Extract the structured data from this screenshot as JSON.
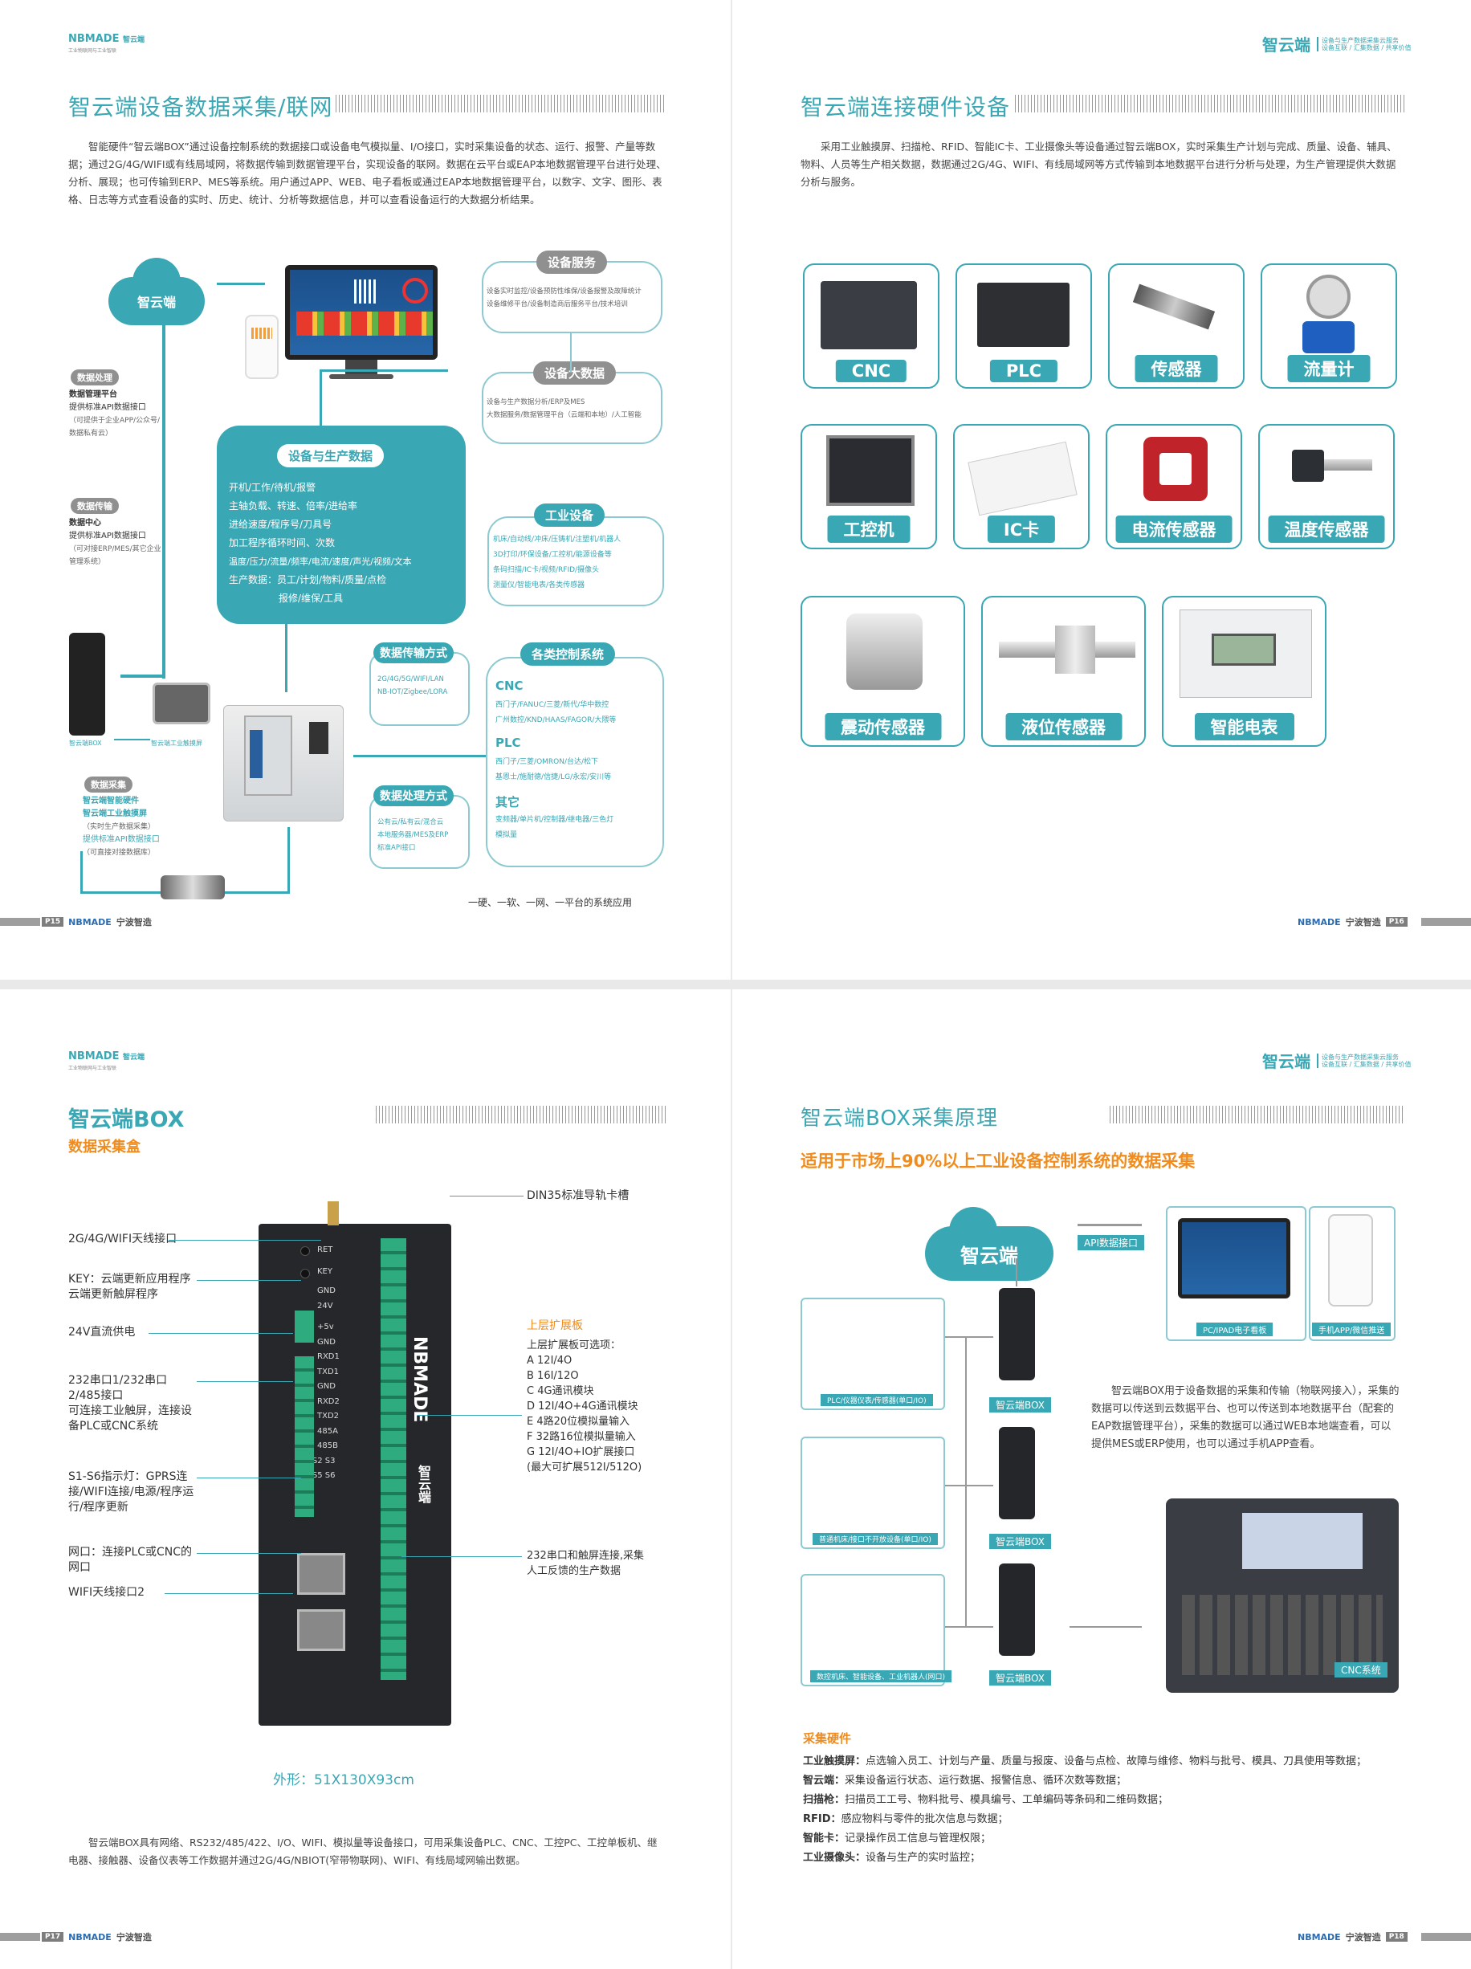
{
  "p15": {
    "brand": "NBMADE",
    "brand_sub_a": "智云端",
    "brand_sub_b": "工业物联网与工业智联",
    "title": "智云端设备数据采集/联网",
    "intro": "智能硬件“智云端BOX”通过设备控制系统的数据接口或设备电气模拟量、I/O接口，实时采集设备的状态、运行、报警、产量等数据；通过2G/4G/WIFI或有线局域网，将数据传输到数据管理平台，实现设备的联网。数据在云平台或EAP本地数据管理平台进行处理、分析、展现；也可传输到ERP、MES等系统。用户通过APP、WEB、电子看板或通过EAP本地数据管理平台，以数字、文字、图形、表格、日志等方式查看设备的实时、历史、统计、分析等数据信息，并可以查看设备运行的大数据分析结果。",
    "cloud": "智云端",
    "dp_title": "数据处理",
    "dp_line1": "数据管理平台",
    "dp_line2": "提供标准API数据接口",
    "dp_line3": "（可提供于企业APP/公众号/数据私有云）",
    "dt_title": "数据传输",
    "dt_line1": "数据中心",
    "dt_line2": "提供标准API数据接口",
    "dt_line3": "（可对接ERP/MES/其它企业管理系统）",
    "dc_title": "数据采集",
    "dc_line1": "智云端智能硬件",
    "dc_line2": "智云端工业触摸屏",
    "dc_line3": "（实时生产数据采集）",
    "dc_line4": "提供标准API数据接口",
    "dc_line5": "（可直接对接数据库）",
    "box_label": "智云端BOX",
    "screen_label": "智云端工业触摸屏",
    "svc_title": "设备服务",
    "svc_text": "设备实时监控/设备预防性维保/设备报警及故障统计\n设备维修平台/设备制造商后服务平台/技术培训",
    "big_title": "设备大数据",
    "big_text": "设备与生产数据分析/ERP及MES\n大数据服务/数据管理平台（云端和本地）/人工智能",
    "prod_title": "设备与生产数据",
    "prod_lines": [
      "开机/工作/待机/报警",
      "主轴负载、转速、倍率/进给率",
      "进给速度/程序号/刀具号",
      "加工程序循环时间、次数",
      "温度/压力/流量/频率/电流/速度/声光/视频/文本",
      "生产数据：员工/计划/物料/质量/点检",
      "报修/维保/工具"
    ],
    "ind_title": "工业设备",
    "ind_text": "机床/自动线/冲床/压铸机/注塑机/机器人\n3D打印/环保设备/工控机/能源设备等\n条码扫描/IC卡/视频/RFID/摄像头\n测量仪/智能电表/各类传感器",
    "trans_title": "数据传输方式",
    "trans_text": "2G/4G/5G/WIFI/LAN\nNB-IOT/Zigbee/LORA",
    "proc_title": "数据处理方式",
    "proc_text": "公有云/私有云/混合云\n本地服务器/MES及ERP\n标准API接口",
    "ctrl_title": "各类控制系统",
    "cnc_h": "CNC",
    "cnc_t": "西门子/FANUC/三菱/新代/华中数控\n广州数控/KND/HAAS/FAGOR/大隈等",
    "plc_h": "PLC",
    "plc_t": "西门子/三菱/OMRON/台达/松下\n基恩士/施耐德/信捷/LG/永宏/安川等",
    "oth_h": "其它",
    "oth_t": "变频器/单片机/控制器/继电器/三色灯\n模拟量",
    "bottom": "一硬、一软、一网、一平台的系统应用",
    "footer_pn": "P15",
    "footer_brand": "NBMADE",
    "footer_cn": "宁波智造"
  },
  "p16": {
    "tag": "智云端",
    "tag_sub": "设备与生产数据采集云服务\n设备互联 / 汇集数据 / 共享价值",
    "title": "智云端连接硬件设备",
    "intro": "采用工业触摸屏、扫描枪、RFID、智能IC卡、工业摄像头等设备通过智云端BOX，实时采集生产计划与完成、质量、设备、辅具、物料、人员等生产相关数据，数据通过2G/4G、WIFI、有线局域网等方式传输到本地数据平台进行分析与处理，为生产管理提供大数据分析与服务。",
    "cards": [
      "CNC",
      "PLC",
      "传感器",
      "流量计",
      "工控机",
      "IC卡",
      "电流传感器",
      "温度传感器",
      "震动传感器",
      "液位传感器",
      "智能电表"
    ],
    "footer_brand": "NBMADE",
    "footer_cn": "宁波智造",
    "footer_pn": "P16"
  },
  "p17": {
    "brand": "NBMADE",
    "brand_sub_a": "智云端",
    "brand_sub_b": "工业物联网与工业智联",
    "title": "智云端BOX",
    "subtitle": "数据采集盒",
    "labels": [
      "2G/4G/WIFI天线接口",
      "KEY：云端更新应用程序云端更新触屏程序",
      "24V直流供电",
      "232串口1/232串口2/485接口\n可连接工业触屏，连接设备PLC或CNC系统",
      "S1-S6指示灯：GPRS连接/WIFI连接/电源/程序运行/程序更新",
      "网口：连接PLC或CNC的网口",
      "WIFI天线接口2"
    ],
    "din": "DIN35标准导轨卡槽",
    "exp_title": "上层扩展板",
    "exp_lines": [
      "上层扩展板可选项：",
      "A 12I/4O",
      "B 16I/12O",
      "C 4G通讯模块",
      "D 12I/4O+4G通讯模块",
      "E 4路20位模拟量输入",
      "F 32路16位模拟量输入",
      "G 12I/4O+IO扩展接口",
      "(最大可扩展512I/512O)"
    ],
    "r232": "232串口和触屏连接,采集\n人工反馈的生产数据",
    "dev_brand": "NBMADE",
    "dev_cn": "智云端",
    "dev_ports": [
      "RET",
      "KEY",
      "GND",
      "24V",
      "+5v",
      "GND",
      "RXD1",
      "TXD1",
      "GND",
      "RXD2",
      "TXD2",
      "485A",
      "485B",
      "S1 S2 S3",
      "S4 S5 S6"
    ],
    "size": "外形：51X130X93cm",
    "desc": "智云端BOX具有网络、RS232/485/422、I/O、WIFI、模拟量等设备接口，可用采集设备PLC、CNC、工控PC、工控单板机、继电器、接触器、设备仪表等工作数据并通过2G/4G/NBIOT(窄带物联网)、WIFI、有线局域网输出数据。",
    "footer_pn": "P17",
    "footer_brand": "NBMADE",
    "footer_cn": "宁波智造"
  },
  "p18": {
    "tag": "智云端",
    "tag_sub": "设备与生产数据采集云服务\n设备互联 / 汇集数据 / 共享价值",
    "title": "智云端BOX采集原理",
    "headline": "适用于市场上90%以上工业设备控制系统的数据采集",
    "cloud": "智云端",
    "api": "API数据接口",
    "pc_label": "PC/IPAD电子看板",
    "phone_label": "手机APP/微信推送",
    "grp1": "PLC/仪器仪表/传感器(单口/IO)",
    "grp2": "普通机床/接口不开放设备(单口/IO)",
    "grp3": "数控机床、智能设备、工业机器人(网口)",
    "box_lab": "智云端BOX",
    "cnc_lab": "CNC系统",
    "desc": "智云端BOX用于设备数据的采集和传输（物联网接入），采集的数据可以传送到云数据平台、也可以传送到本地数据平台（配套的EAP数据管理平台），采集的数据可以通过WEB本地端查看，可以提供MES或ERP使用，也可以通过手机APP查看。",
    "hw_title": "采集硬件",
    "hw": [
      {
        "k": "工业触摸屏：",
        "v": "点选输入员工、计划与产量、质量与报废、设备与点检、故障与维修、物料与批号、模具、刀具使用等数据；"
      },
      {
        "k": "智云端：",
        "v": "采集设备运行状态、运行数据、报警信息、循环次数等数据；"
      },
      {
        "k": "扫描枪：",
        "v": "扫描员工工号、物料批号、模具编号、工单编码等条码和二维码数据；"
      },
      {
        "k": "RFID：",
        "v": "感应物料与零件的批次信息与数据；"
      },
      {
        "k": "智能卡：",
        "v": "记录操作员工信息与管理权限；"
      },
      {
        "k": "工业摄像头：",
        "v": "设备与生产的实时监控；"
      }
    ],
    "footer_brand": "NBMADE",
    "footer_cn": "宁波智造",
    "footer_pn": "P18"
  },
  "colors": {
    "teal": "#3aa7b4",
    "orange": "#f08c1e",
    "grey": "#909090"
  }
}
